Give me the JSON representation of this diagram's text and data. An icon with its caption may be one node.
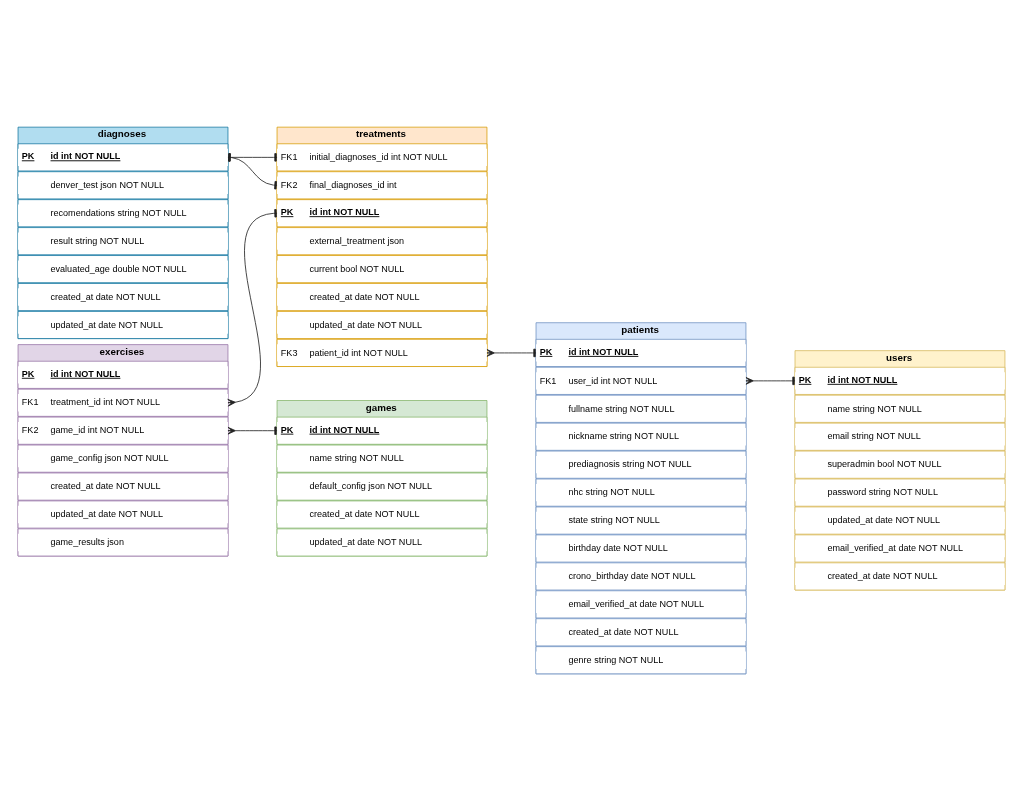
{
  "diagram": {
    "nodes": [
      {
        "text": [
          "exercises"
        ]
      },
      {
        "text": [
          "PK",
          "id int NOT NULL"
        ],
        "in": 0
      },
      {
        "text": [
          "FK1",
          "treatment_id int NOT NULL"
        ],
        "in": 0
      },
      {
        "text": [
          "FK2",
          "game_id int NOT NULL"
        ],
        "in": 0
      },
      {
        "text": [
          "game_config json NOT NULL"
        ],
        "in": 0
      },
      {
        "text": [
          "created_at date NOT NULL"
        ],
        "in": 0
      },
      {
        "text": [
          "updated_at date NOT NULL"
        ],
        "in": 0
      },
      {
        "text": [
          "game_results json"
        ],
        "in": 0
      },
      {
        "text": [
          "diagnoses"
        ]
      },
      {
        "text": [
          "PK",
          "id int NOT NULL"
        ],
        "in": 8
      },
      {
        "text": [
          "denver_test json NOT NULL"
        ],
        "in": 8
      },
      {
        "text": [
          "recomendations string NOT NULL"
        ],
        "in": 8
      },
      {
        "text": [
          "result string NOT NULL"
        ],
        "in": 8
      },
      {
        "text": [
          "evaluated_age double NOT NULL"
        ],
        "in": 8
      },
      {
        "text": [
          "created_at date NOT NULL"
        ],
        "in": 8
      },
      {
        "text": [
          "updated_at date NOT NULL"
        ],
        "in": 8
      },
      {
        "text": [
          "games"
        ]
      },
      {
        "text": [
          "PK",
          "id int NOT NULL"
        ],
        "in": 16
      },
      {
        "text": [
          "name string NOT NULL"
        ],
        "in": 16
      },
      {
        "text": [
          "default_config json NOT NULL"
        ],
        "in": 16
      },
      {
        "text": [
          "created_at date NOT NULL"
        ],
        "in": 16
      },
      {
        "text": [
          "updated_at date NOT NULL"
        ],
        "in": 16
      },
      {
        "text": [
          "treatments"
        ]
      },
      {
        "text": [
          "PK",
          "id int NOT NULL"
        ],
        "in": 22
      },
      {
        "text": [
          "FK1",
          "initial_diagnoses_id int NOT NULL"
        ],
        "in": 22
      },
      {
        "text": [
          "FK2",
          "final_diagnoses_id int"
        ],
        "in": 22
      },
      {
        "text": [
          "external_treatment json"
        ],
        "in": 22
      },
      {
        "text": [
          "current bool NOT NULL"
        ],
        "in": 22
      },
      {
        "text": [
          "created_at date NOT NULL"
        ],
        "in": 22
      },
      {
        "text": [
          "updated_at date NOT NULL"
        ],
        "in": 22
      },
      {
        "text": [
          "FK3",
          "patient_id int NOT NULL"
        ],
        "in": 22
      },
      {
        "text": [
          "patients"
        ]
      },
      {
        "text": [
          "PK",
          "id int NOT NULL"
        ],
        "in": 31
      },
      {
        "text": [
          "FK1",
          "user_id int NOT NULL"
        ],
        "in": 31
      },
      {
        "text": [
          "fullname string NOT NULL"
        ],
        "in": 31
      },
      {
        "text": [
          "nickname string NOT NULL"
        ],
        "in": 31
      },
      {
        "text": [
          "prediagnosis string NOT NULL"
        ],
        "in": 31
      },
      {
        "text": [
          "nhc string NOT NULL"
        ],
        "in": 31
      },
      {
        "text": [
          "state string NOT NULL"
        ],
        "in": 31
      },
      {
        "text": [
          "birthday date NOT NULL"
        ],
        "in": 31
      },
      {
        "text": [
          "crono_birthday date NOT NULL"
        ],
        "in": 31
      },
      {
        "text": [
          "email_verified_at date NOT NULL"
        ],
        "in": 31
      },
      {
        "text": [
          "created_at date NOT NULL"
        ],
        "in": 31
      },
      {
        "text": [
          "genre string NOT NULL"
        ],
        "in": 31
      },
      {
        "text": [
          "users"
        ]
      },
      {
        "text": [
          "PK",
          "id int NOT NULL"
        ],
        "in": 44
      },
      {
        "text": [
          "name string NOT NULL"
        ],
        "in": 44
      },
      {
        "text": [
          "email string NOT NULL"
        ],
        "in": 44
      },
      {
        "text": [
          "superadmin bool NOT NULL"
        ],
        "in": 44
      },
      {
        "text": [
          "password string NOT NULL"
        ],
        "in": 44
      },
      {
        "text": [
          "updated_at date NOT NULL"
        ],
        "in": 44
      },
      {
        "text": [
          "email_verified_at date NOT NULL"
        ],
        "in": 44
      },
      {
        "text": [
          "created_at date NOT NULL"
        ],
        "in": 44
      }
    ],
    "edges": [
      {
        "from": 2,
        "to": 23,
        "arrow": "other"
      },
      {
        "from": 3,
        "to": 17,
        "arrow": "other"
      },
      {
        "from": 9,
        "to": 24,
        "arrow": "other"
      },
      {
        "from": 9,
        "to": 25,
        "arrow": "other"
      },
      {
        "from": 30,
        "to": 32,
        "arrow": "other"
      },
      {
        "from": 33,
        "to": 45,
        "arrow": "other"
      }
    ]
  }
}
